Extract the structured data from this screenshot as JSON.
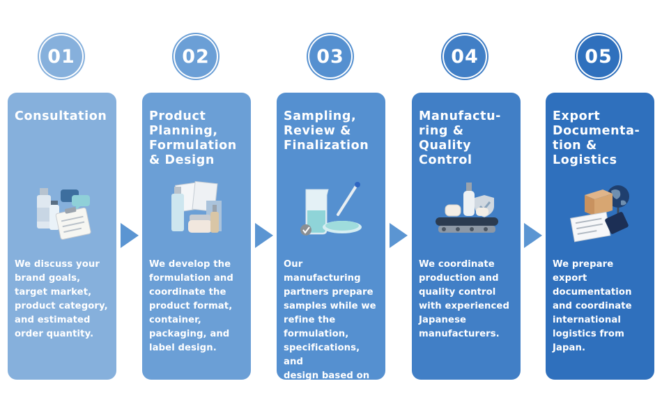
{
  "colors": {
    "step1": "#86b0dc",
    "step2": "#6b9fd6",
    "step3": "#5590d0",
    "step4": "#417fc6",
    "step5": "#2f70bd",
    "arrow": "#5b95d2"
  },
  "steps": [
    {
      "number": "01",
      "title": "Consultation",
      "description": "We discuss your\nbrand goals,\ntarget market,\nproduct category,\nand estimated\norder quantity.",
      "icon": "consultation-cosmetics-icon"
    },
    {
      "number": "02",
      "title": "Product\nPlanning,\nFormulation\n& Design",
      "description": "We develop the\nformulation and\ncoordinate the\nproduct format,\ncontainer,\npackaging, and\nlabel design.",
      "icon": "product-planning-bottles-icon"
    },
    {
      "number": "03",
      "title": "Sampling,\nReview &\nFinalization",
      "description": "Our manufacturing\npartners prepare\nsamples while we\nrefine the\nformulation,\nspecifications, and\ndesign based on\nyour feedback.",
      "icon": "lab-beaker-petri-icon"
    },
    {
      "number": "04",
      "title": "Manufactu-\nring & Quality\nControl",
      "description": "We coordinate\nproduction and\nquality control\nwith experienced\nJapanese\nmanufacturers.",
      "icon": "conveyor-quality-shield-icon"
    },
    {
      "number": "05",
      "title": "Export\nDocumenta-\ntion &\nLogistics",
      "description": "We prepare\nexport\ndocumentation\nand coordinate\ninternational\nlogistics from\nJapan.",
      "icon": "globe-box-documents-icon"
    }
  ]
}
